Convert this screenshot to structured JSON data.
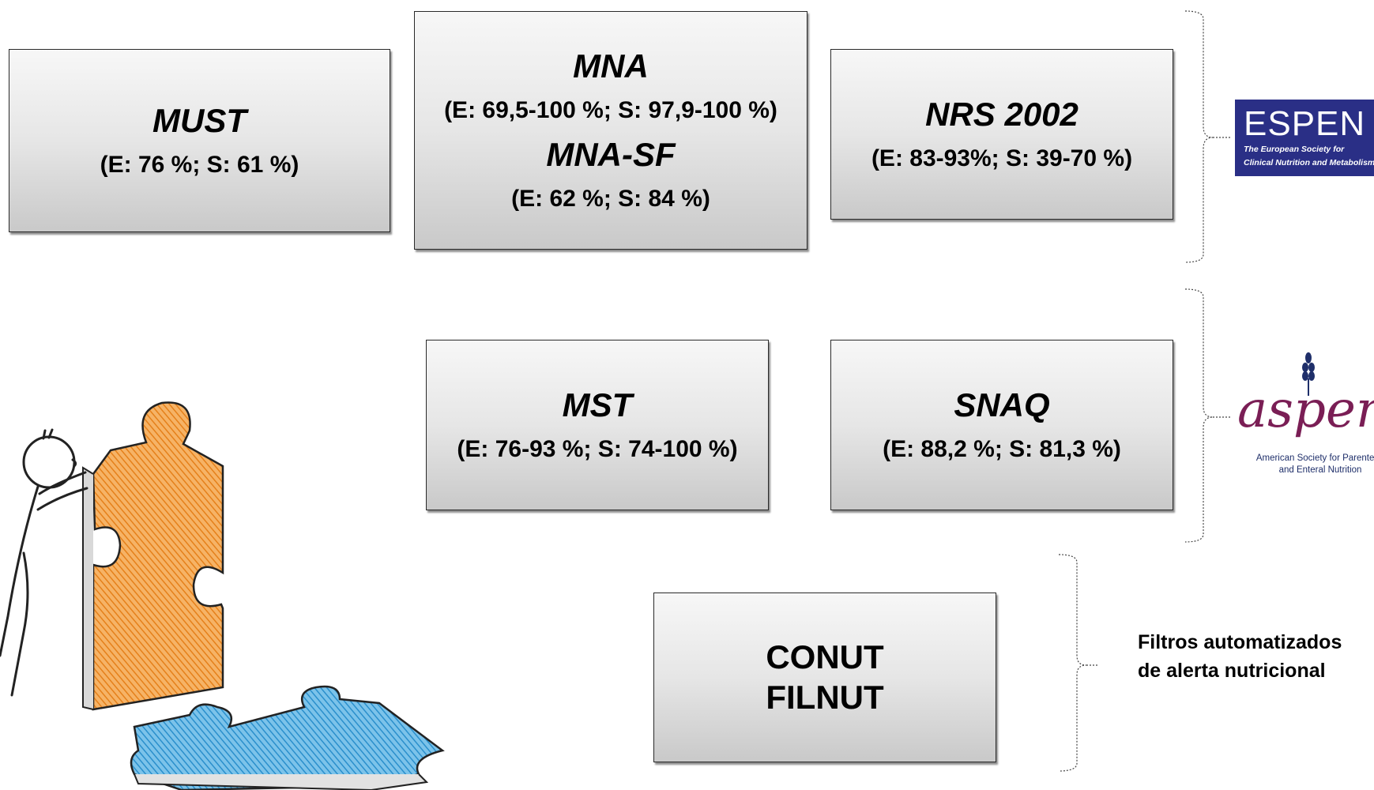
{
  "espen_group": {
    "must": {
      "name": "MUST",
      "stats": "(E: 76 %; S: 61 %)"
    },
    "mna": {
      "name": "MNA",
      "stats": "(E: 69,5-100 %; S: 97,9-100 %)",
      "name2": "MNA-SF",
      "stats2": "(E: 62 %; S: 84 %)"
    },
    "nrs": {
      "name": "NRS 2002",
      "stats": "(E: 83-93%; S: 39-70 %)"
    }
  },
  "aspen_group": {
    "mst": {
      "name": "MST",
      "stats": "(E: 76-93 %; S: 74-100 %)"
    },
    "snaq": {
      "name": "SNAQ",
      "stats": "(E: 88,2 %; S: 81,3 %)"
    }
  },
  "automated": {
    "line1": "CONUT",
    "line2": "FILNUT",
    "label": "Filtros automatizados de alerta nutricional"
  },
  "logos": {
    "espen": {
      "title": "ESPEN",
      "subtitle_line1": "The European Society for",
      "subtitle_line2": "Clinical Nutrition and Metabolism",
      "color": "#2a2f86"
    },
    "aspen": {
      "title": "aspen",
      "subtitle_line1": "American Society for Parenteral",
      "subtitle_line2": "and Enteral Nutrition",
      "color": "#7a1e55"
    }
  },
  "colors": {
    "orange_piece": "#f39a2c",
    "blue_piece": "#3fa3d8"
  }
}
